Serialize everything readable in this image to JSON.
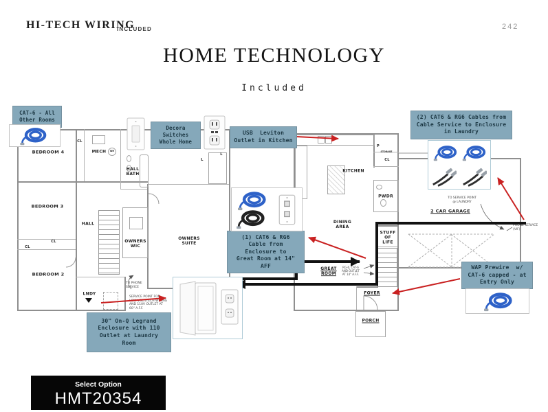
{
  "header": {
    "brand": "HI-TECH WIRING",
    "included": "INCLUDED",
    "page_number": "242"
  },
  "title": "HOME TECHNOLOGY",
  "subtitle": "Included",
  "callouts": {
    "cat6_all_rooms": "CAT-6 - All\nOther Rooms",
    "decora_switches": "Decora\nSwitches\nWhole Home",
    "usb_leviton": "USB  Leviton\nOutlet in Kitchen",
    "cables_laundry": "(2) CAT6 & RG6 Cables from\nCable Service to Enclosure\nin Laundry",
    "cable_great_room": "(1) CAT6 & RG6\nCable from\nEnclosure to\nGreat Room at 14\"\nAFF",
    "wap_prewire": "WAP Prewire  w/\nCAT-6 capped - at\nEntry Only",
    "onq_enclosure": "30\" On-Q Legrand\nEnclosure with 110\nOutlet at Laundry\nRoom"
  },
  "plan": {
    "rooms": {
      "bedroom4": "BEDROOM 4",
      "mech": "MECH",
      "cl_top": "CL",
      "wh": "WH",
      "hall_bath": "HALL\nBATH",
      "linen1": "L",
      "linen2": "L",
      "bedroom3": "BEDROOM 3",
      "hall": "HALL",
      "cl_a": "CL",
      "cl_b": "CL",
      "owners_wic": "OWNERS\nWIC",
      "owners_suite": "OWNERS\nSUITE",
      "bedroom2": "BEDROOM 2",
      "lndy": "LNDY",
      "kitchen": "KITCHEN",
      "pantry": "P",
      "storage": "STORAGE",
      "cl_c": "CL",
      "pwdr": "PWDR",
      "dining": "DINING\nAREA",
      "stuff_of_life": "STUFF\nOF\nLIFE",
      "great_room": "GREAT\nROOM",
      "foyer": "FOYER",
      "porch": "PORCH",
      "garage": "2 CAR GARAGE"
    },
    "annotations": {
      "to_service_point": "TO SERVICE POINT\n@ LAUNDRY",
      "phone_service": "PHONE SERVICE\n(VIF)",
      "rg6_outlet": "RG-6, CAT-6\nAND OUTLET\nAT 14\" A.F.F.",
      "to_phone": "TO PHONE\nSERVICE",
      "service_point": "SERVICE POINT FOR\nLOW VOLT/TECH WIRING\nAND 110V OUTLET AT\n60\" A.F.F."
    }
  },
  "footer": {
    "select_label": "Select Option",
    "option_code": "HMT20354"
  },
  "colors": {
    "callout_bg": "#85a8ba",
    "callout_text": "#1b3642",
    "arrow_red": "#c92121",
    "cable_blue": "#2e62c8",
    "line_black": "#111111",
    "wall_gray": "#8f8f8f"
  }
}
